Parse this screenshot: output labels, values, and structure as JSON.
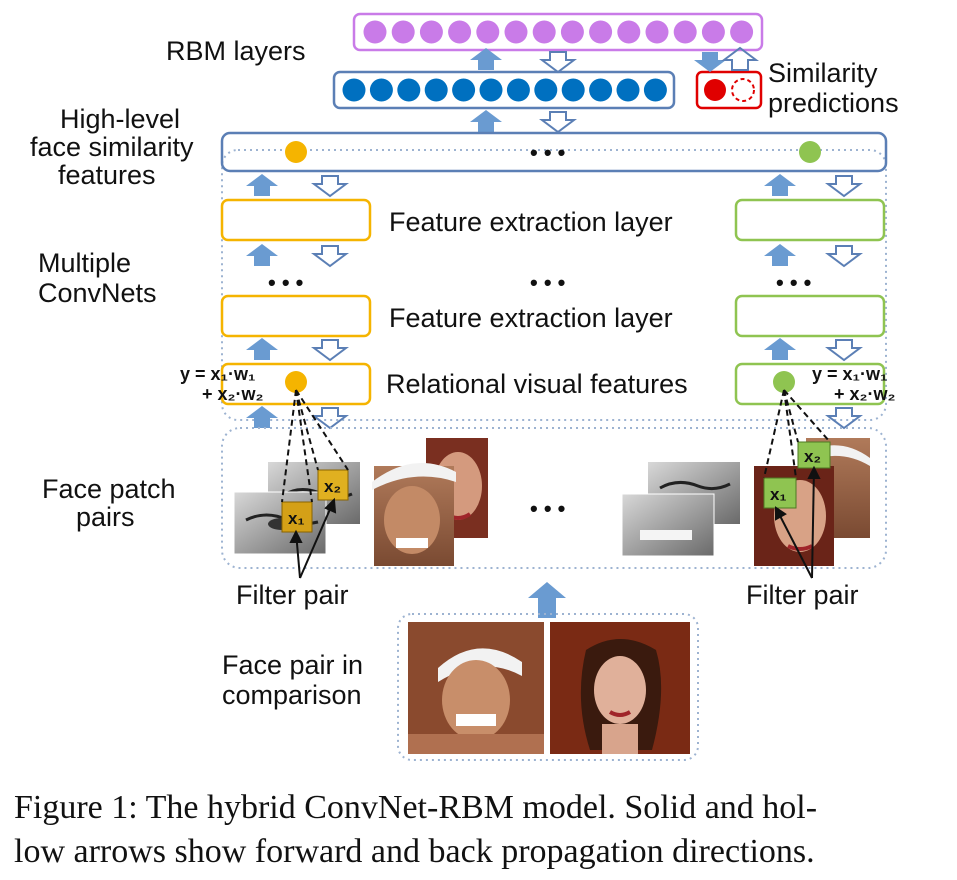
{
  "labels": {
    "rbm_layers": "RBM layers",
    "similarity_1": "Similarity",
    "similarity_2": "predictions",
    "high_level_1": "High-level",
    "high_level_2": "face similarity",
    "high_level_3": "features",
    "multiple_1": "Multiple",
    "multiple_2": "ConvNets",
    "feature_extraction_top": "Feature extraction layer",
    "feature_extraction_bottom": "Feature extraction layer",
    "relational": "Relational visual features",
    "face_patch_1": "Face patch",
    "face_patch_2": "pairs",
    "filter_pair_left": "Filter pair",
    "filter_pair_right": "Filter pair",
    "face_pair_1": "Face pair in",
    "face_pair_2": "comparison",
    "ellipsis": "• • •"
  },
  "equations": {
    "left_line1": "y = x₁·w₁",
    "left_line2": "+ x₂·w₂",
    "right_line1": "y = x₁·w₁",
    "right_line2": "+ x₂·w₂"
  },
  "filters": {
    "x1": "x₁",
    "x2": "x₂"
  },
  "caption": {
    "line1": "Figure 1: The hybrid ConvNet-RBM model. Solid and hol-",
    "line2": "low arrows show forward and back propagation directions."
  },
  "colors": {
    "rbm_top": "#c97be8",
    "rbm_bottom": "#0070c0",
    "box_blue": "#5b7fb5",
    "arrow_blue": "#6a9bd1",
    "orange": "#f5b400",
    "green": "#8fc451",
    "similarity_red": "#e00000",
    "dotted": "#9db3d1"
  }
}
